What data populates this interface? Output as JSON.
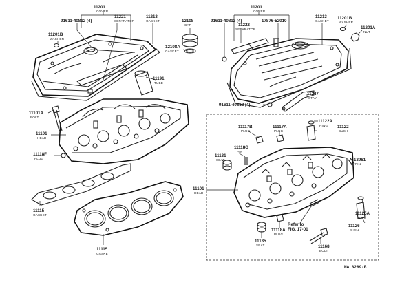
{
  "labels": {
    "cover_left": {
      "num": "11201",
      "sub": "COVER"
    },
    "bolt_left_top": {
      "num": "91611-40812 (4)"
    },
    "separator_left": {
      "num": "11221",
      "sub": "SEPARATOR"
    },
    "gasket_left_cover": {
      "num": "11213",
      "sub": "GASKET"
    },
    "washer_left": {
      "num": "11201B",
      "sub": "WASHER"
    },
    "cap": {
      "num": "12108",
      "sub": "CAP"
    },
    "cap_gasket": {
      "num": "12108A",
      "sub": "GASKET"
    },
    "tube": {
      "num": "11191",
      "sub": "TUBE"
    },
    "bolt_head": {
      "num": "11101A",
      "sub": "BOLT"
    },
    "head_left": {
      "num": "11101",
      "sub": "HEAD"
    },
    "plug_left": {
      "num": "11118F",
      "sub": "PLUG"
    },
    "gasket_small": {
      "num": "11115",
      "sub": "GASKET"
    },
    "gasket_head": {
      "num": "11115",
      "sub": "GASKET"
    },
    "cover_right": {
      "num": "11201",
      "sub": "COVER"
    },
    "bolt_right_top": {
      "num": "91611-40812 (4)"
    },
    "separator_right": {
      "num": "11222",
      "sub": "SEPARATOR"
    },
    "part_17876": {
      "num": "17876-52010"
    },
    "gasket_right_cover": {
      "num": "11213",
      "sub": "GASKET"
    },
    "washer_right": {
      "num": "11201B",
      "sub": "WASHER"
    },
    "nut_right": {
      "num": "11201A",
      "sub": "NUT"
    },
    "stay": {
      "num": "11247",
      "sub": "STAY"
    },
    "bolt_right_mid": {
      "num": "91611-40812 (4)"
    },
    "plug_b": {
      "num": "11117B",
      "sub": "PLUG"
    },
    "plug_a": {
      "num": "11117A",
      "sub": "PLUG"
    },
    "ring_a": {
      "num": "11122A",
      "sub": "RING"
    },
    "bush_top": {
      "num": "11122",
      "sub": "BUSH"
    },
    "pin_g": {
      "num": "11118G",
      "sub": "PIN"
    },
    "seat_top": {
      "num": "11131",
      "sub": "SEAT"
    },
    "pin_right": {
      "num": "13961",
      "sub": "PIN"
    },
    "head_right": {
      "num": "11101",
      "sub": "HEAD"
    },
    "ring_b": {
      "num": "11125A",
      "sub": "RING"
    },
    "bush_bottom": {
      "num": "11126",
      "sub": "BUSH"
    },
    "plug_18a": {
      "num": "11118A",
      "sub": "PLUG"
    },
    "refer": {
      "num": "Refer to",
      "sub": "FIG. 17-01"
    },
    "seat_bottom": {
      "num": "11135",
      "sub": "SEAT"
    },
    "bolt_bottom": {
      "num": "11168",
      "sub": "BOLT"
    }
  },
  "diagram_code": "MA 8289-B"
}
